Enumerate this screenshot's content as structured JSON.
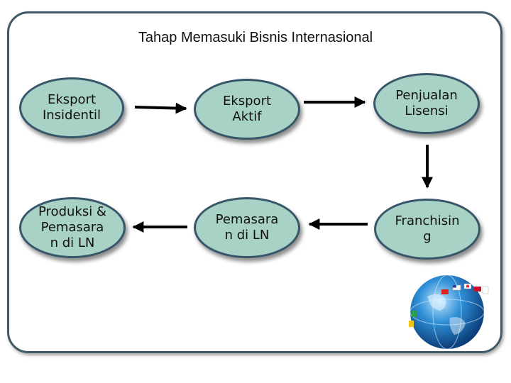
{
  "title": "Tahap Memasuki Bisnis Internasional",
  "nodes": {
    "eksport_insidentil": "Eksport Insidentil",
    "eksport_aktif": "Eksport Aktif",
    "penjualan_lisensi": "Penjualan Lisensi",
    "franchising": "Franchisin g",
    "pemasaran_ln": "Pemasara n di LN",
    "produksi_pemasaran_ln": "Produksi & Pemasara n di LN"
  },
  "colors": {
    "node_fill": "#a9d2c6",
    "node_border": "#38566a",
    "frame_border": "#3f5a66",
    "arrow": "#000000"
  },
  "icons": [
    "globe-icon"
  ]
}
